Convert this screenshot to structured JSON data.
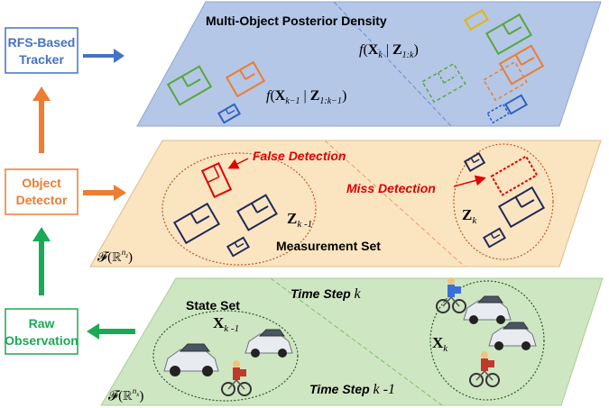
{
  "left_boxes": {
    "tracker": {
      "line1": "RFS-Based",
      "line2": "Tracker",
      "color": "#4472c4"
    },
    "detector": {
      "line1": "Object",
      "line2": "Detector",
      "color": "#ed7d31"
    },
    "observation": {
      "line1": "Raw",
      "line2": "Observation",
      "color": "#1aaa55"
    }
  },
  "top_layer": {
    "title": "Multi-Object Posterior Density",
    "formula_k": {
      "f": "f",
      "lp": "(",
      "X": "X",
      "sub_k": "k",
      "bar": " | ",
      "Z": "Z",
      "sub": "1:k",
      "rp": ")"
    },
    "formula_km1": {
      "f": "f",
      "lp": "(",
      "X": "X",
      "sub_k": "k−1",
      "bar": " | ",
      "Z": "Z",
      "sub": "1:k−1",
      "rp": ")"
    },
    "fill": "#b4c7e7"
  },
  "middle_layer": {
    "false_detection": "False Detection",
    "miss_detection": "Miss Detection",
    "z_km1": {
      "Z": "Z",
      "sub": "k -1"
    },
    "z_k": {
      "Z": "Z",
      "sub": "k"
    },
    "measurement_set": "Measurement Set",
    "space": {
      "F": "𝓕",
      "lp": "(",
      "R": "ℝ",
      "sup": "n",
      "supsub": "z",
      "rp": ")"
    },
    "fill": "#fbe5c1",
    "annotation_color": "#e00000"
  },
  "bottom_layer": {
    "state_set": "State Set",
    "time_step_k": {
      "text": "Time Step ",
      "var": "k"
    },
    "time_step_km1": {
      "text": "Time Step ",
      "var": "k -1"
    },
    "x_km1": {
      "X": "X",
      "sub": "k -1"
    },
    "x_k": {
      "X": "X",
      "sub": "k"
    },
    "space": {
      "F": "𝓕",
      "lp": "(",
      "R": "ℝ",
      "sup": "n",
      "supsub": "x",
      "rp": ")"
    },
    "fill": "#cfe6c2"
  }
}
